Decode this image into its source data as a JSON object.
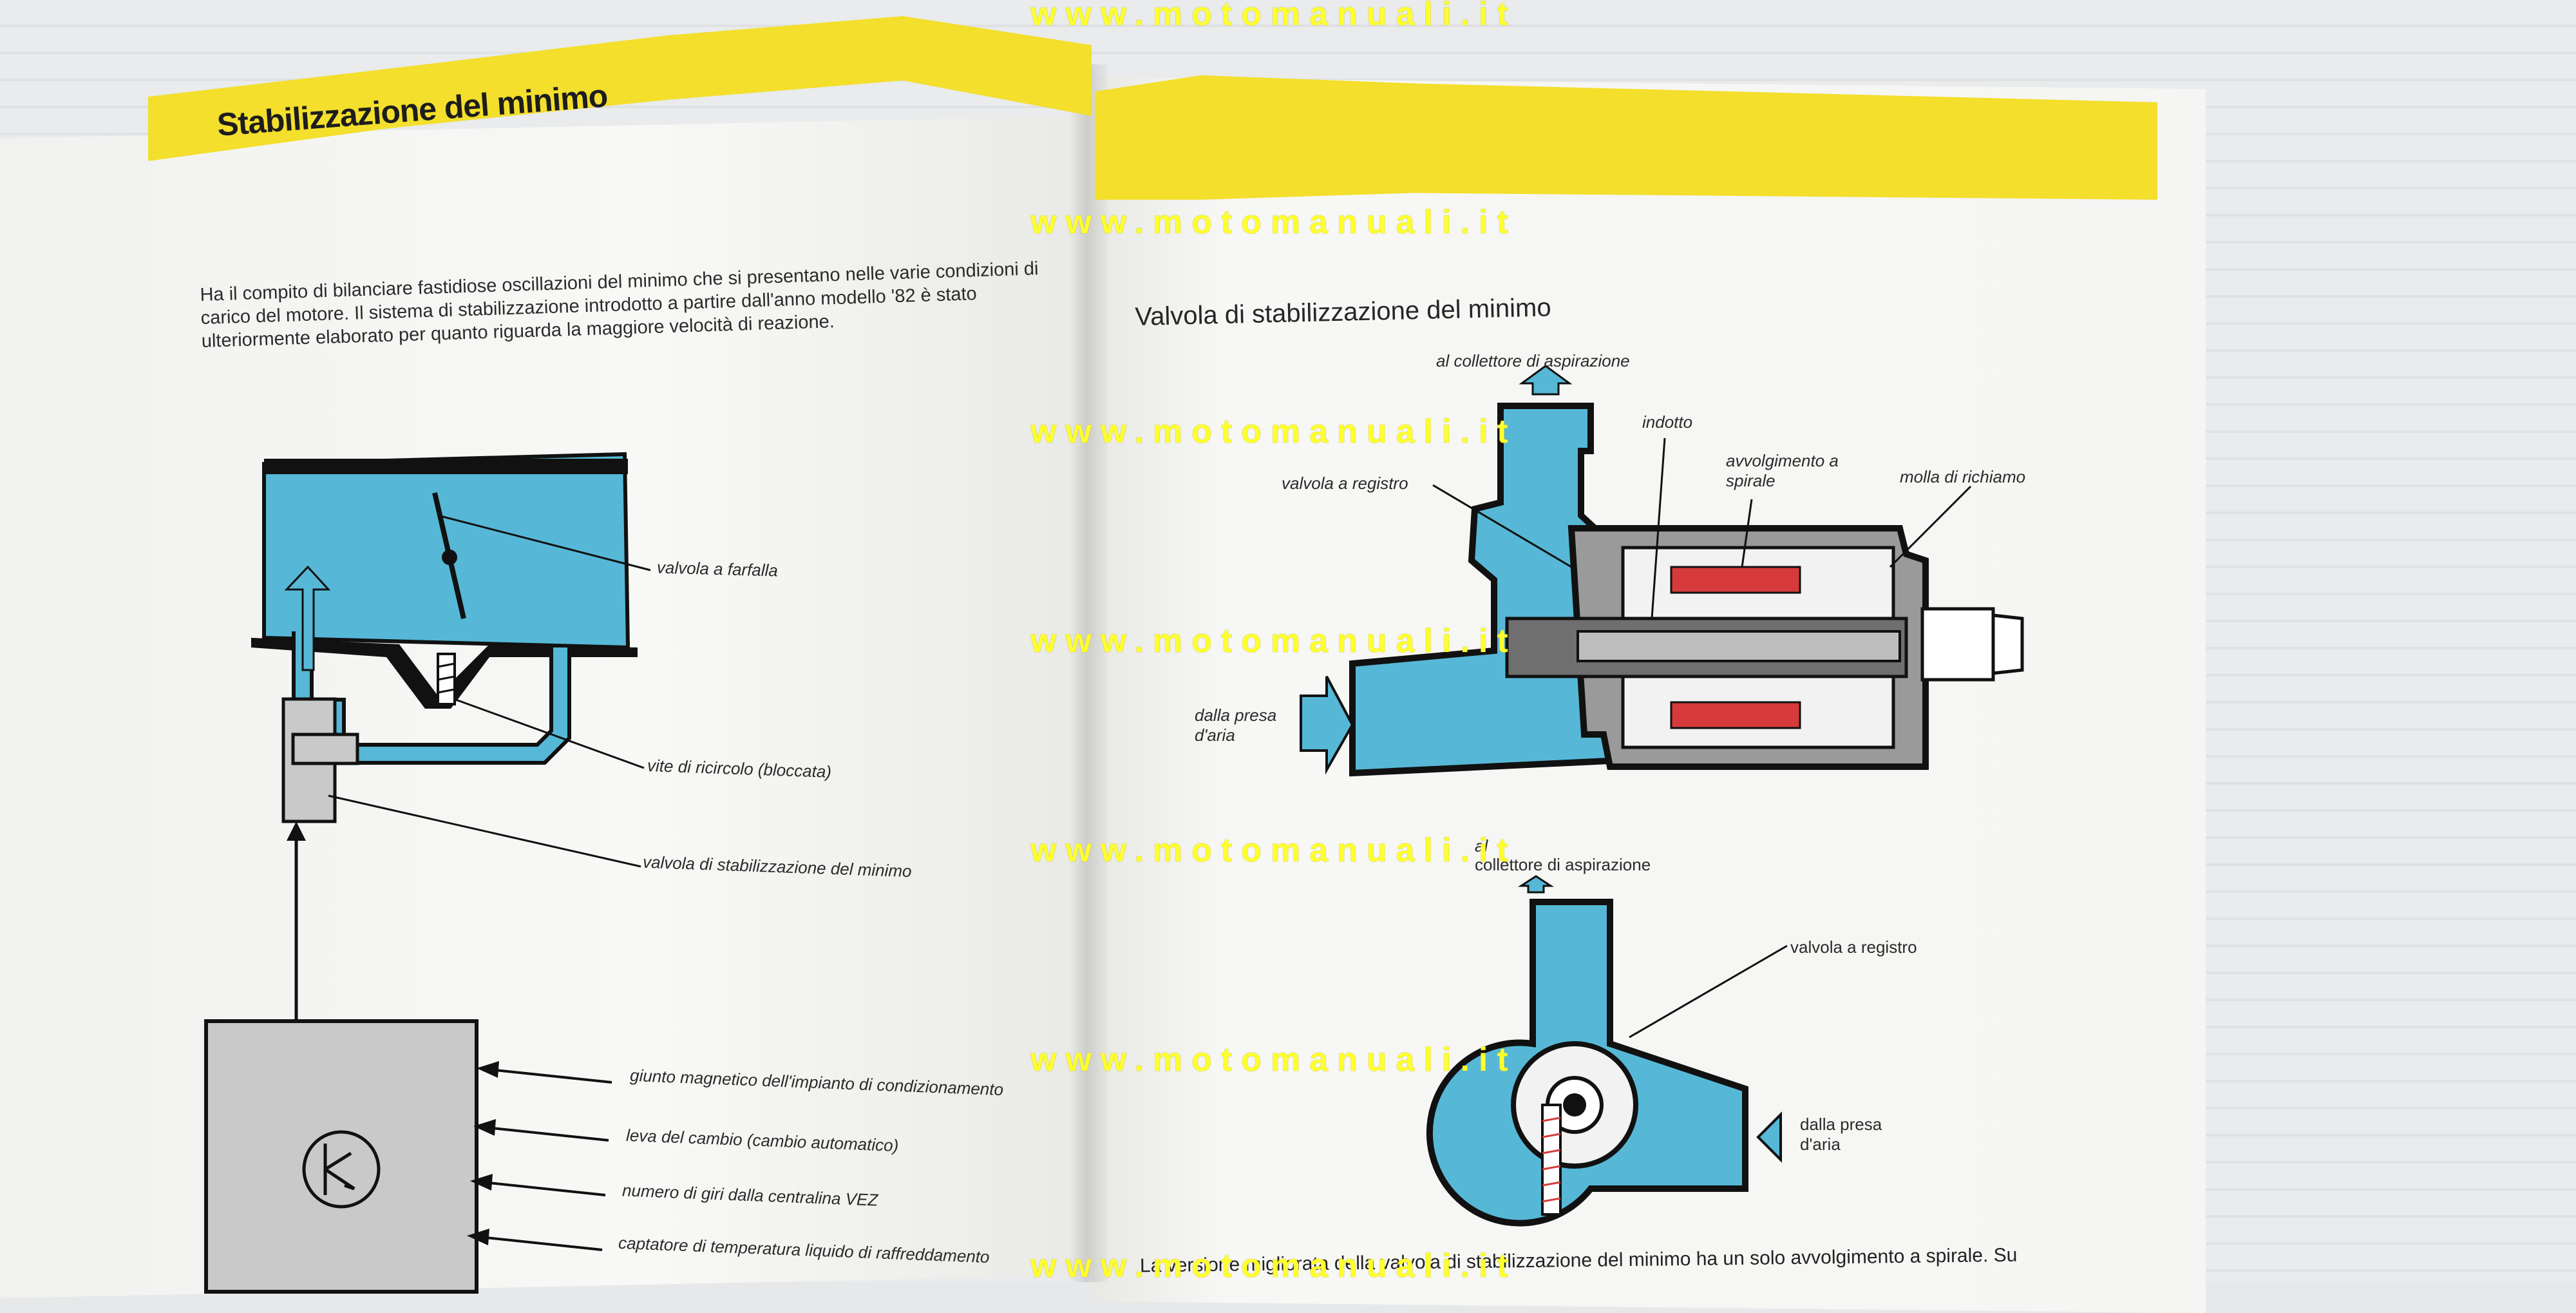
{
  "left_page": {
    "title": "Stabilizzazione del minimo",
    "intro": "Ha il compito di bilanciare fastidiose oscillazioni del minimo che si presentano nelle varie condizioni di carico del motore. Il sistema di stabilizzazione introdotto a partire dall'anno modello '82 è stato ulteriormente elaborato per quanto riguarda la maggiore velocità di reazione.",
    "labels": {
      "throttle": "valvola a farfalla",
      "recirc_screw": "vite di ricircolo (bloccata)",
      "idle_valve": "valvola di stabilizzazione del minimo"
    },
    "inputs": [
      "giunto magnetico dell'impianto di condizionamento",
      "leva del cambio (cambio automatico)",
      "numero di giri dalla centralina VEZ",
      "captatore di temperatura liquido di raffreddamento"
    ]
  },
  "right_page": {
    "figure_title": "Valvola di stabilizzazione del minimo",
    "labels": {
      "collector_top": "al collettore di aspirazione",
      "armature": "indotto",
      "coil": "avvolgimento a spirale",
      "return_spring": "molla di richiamo",
      "register_valve": "valvola a registro",
      "air_intake": "dalla presa d'aria",
      "collector_bottom_1": "al",
      "collector_bottom_2": "collettore di aspirazione",
      "register_valve_2": "valvola a registro",
      "air_intake_2": "dalla presa d'aria"
    },
    "bottom_text": "La versione migliorata della valvola di stabilizzazione del minimo ha un solo avvolgimento a spirale. Su"
  },
  "watermark": "www.motomanuali.it",
  "colors": {
    "yellow_band": "#f3df2c",
    "diagram_blue": "#56b8d6",
    "coil_red": "#d63a3a",
    "ecu_grey": "#c9c9c9"
  }
}
